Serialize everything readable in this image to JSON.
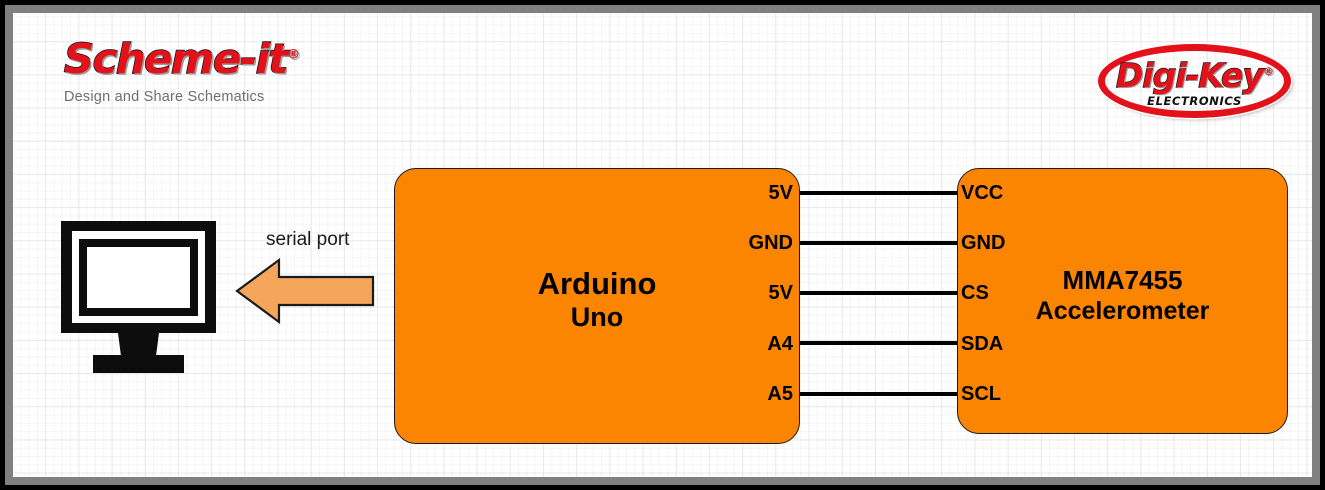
{
  "canvas": {
    "background_color": "#ffffff",
    "border_color": "#808080",
    "grid_color": "#e8e8ec"
  },
  "branding": {
    "schemeit": {
      "wordmark": "Scheme-it",
      "registered_mark": "®",
      "tagline": "Design and Share Schematics",
      "color": "#e3121a"
    },
    "digikey": {
      "wordmark": "Digi-Key",
      "registered_mark": "®",
      "subtitle": "ELECTRONICS",
      "color": "#e3121a"
    }
  },
  "diagram": {
    "type": "block-schematic",
    "monitor": {
      "icon": "computer-monitor-icon"
    },
    "connection_arrow": {
      "label": "serial port",
      "direction": "left",
      "fill_color": "#f5a65b",
      "stroke_color": "#000000"
    },
    "blocks": [
      {
        "id": "arduino",
        "name": "Arduino",
        "model": "Uno",
        "fill_color": "#fb8500"
      },
      {
        "id": "mma7455",
        "name": "MMA7455",
        "model": "Accelerometer",
        "fill_color": "#fb8500"
      }
    ],
    "connections": [
      {
        "left_pin": "5V",
        "right_pin": "VCC"
      },
      {
        "left_pin": "GND",
        "right_pin": "GND"
      },
      {
        "left_pin": "5V",
        "right_pin": "CS"
      },
      {
        "left_pin": "A4",
        "right_pin": "SDA"
      },
      {
        "left_pin": "A5",
        "right_pin": "SCL"
      }
    ]
  }
}
